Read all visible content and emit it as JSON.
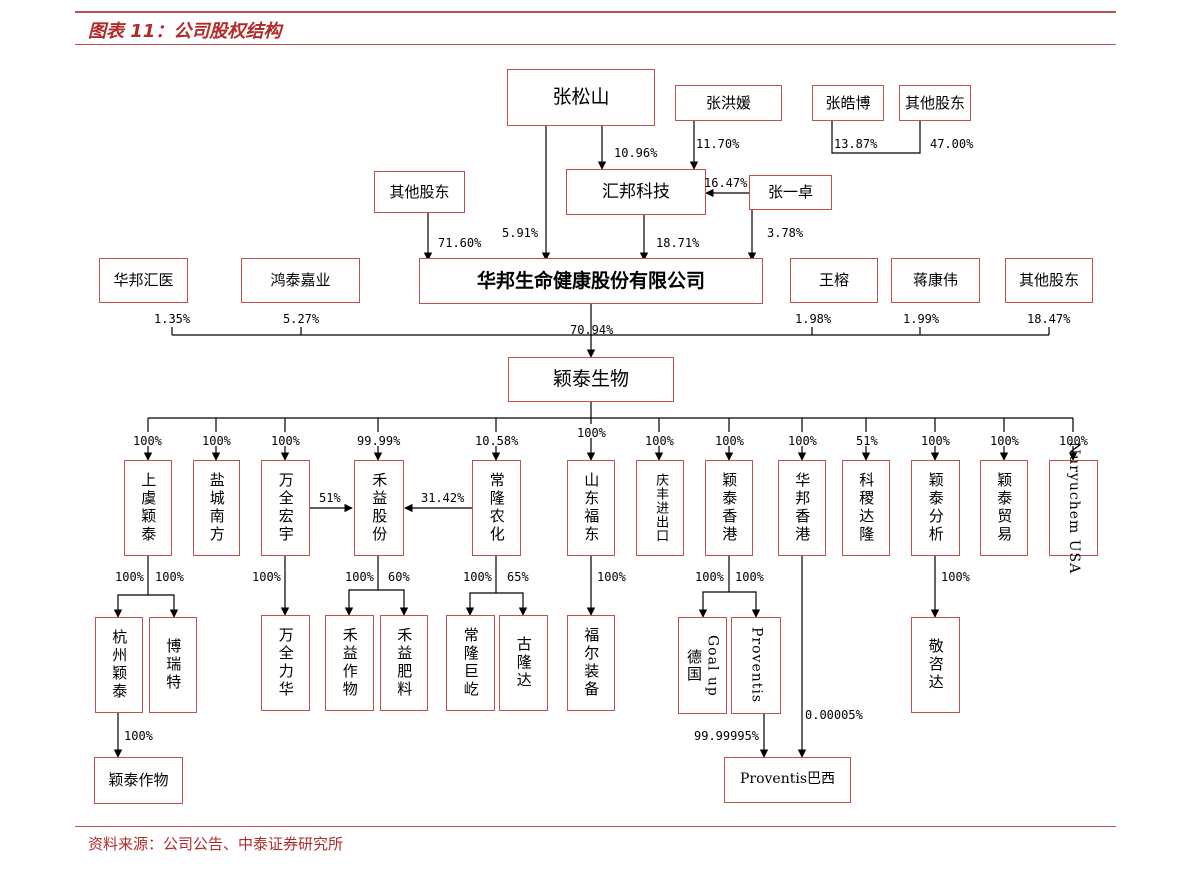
{
  "header": {
    "title": "图表 11：公司股权结构"
  },
  "footer": {
    "source": "资料来源：公司公告、中泰证券研究所"
  },
  "entities": {
    "zhang_songshan": "张松山",
    "zhang_hongyuan": "张洪媛",
    "zhang_haobo": "张皓博",
    "other_holders_1": "其他股东",
    "huibang_tech": "汇邦科技",
    "zhang_yizhuo": "张一卓",
    "other_holders_2": "其他股东",
    "huabang_health": "华邦生命健康股份有限公司",
    "huabang_huiyi": "华邦汇医",
    "hongtai_jiaye": "鸿泰嘉业",
    "wang_rong": "王榕",
    "jiang_kangwei": "蒋康伟",
    "other_holders_3": "其他股东",
    "yingtai_bio": "颖泰生物",
    "shangyu_yingtai": "上虞颖泰",
    "yancheng_nanfang": "盐城南方",
    "wanquan_hongyu": "万全宏宇",
    "heyi_gufen": "禾益股份",
    "changlong_nonghua": "常隆农化",
    "shandong_fuen": "山东福东",
    "qingfeng_import": "庆丰进出口",
    "yingtai_hk": "颖泰香港",
    "huabang_hk": "华邦香港",
    "kejin_dalong": "科稷达隆",
    "yingtai_fenxi": "颖泰分析",
    "yingtai_maoyi": "颖泰贸易",
    "nuryuchem_usa": "Nuryuchem USA",
    "hangzhou_yingtai": "杭州颖泰",
    "bo_ruite": "博瑞特",
    "wanquan_lihua": "万全力华",
    "heyi_zuowu": "禾益作物",
    "heyi_feiliao": "禾益肥料",
    "changlong_juyi": "常隆巨屹",
    "gulongda": "古隆达",
    "fuer_zhuangbei": "福尔装备",
    "goalup_de": "德国",
    "goalup_en": "Goal up",
    "proventis": "Proventis",
    "jingrongda": "敬咨达",
    "yingtai_zuowu": "颖泰作物",
    "proventis_brazil": "Proventis巴西"
  },
  "percentages": {
    "zhang_hongyuan_to_huibang": "11.70%",
    "zhang_haobo_to_huibang": "13.87%",
    "other_to_huibang": "47.00%",
    "zhang_songshan_to_huibang": "10.96%",
    "zhang_yizhuo_to_huibang": "16.47%",
    "other_to_huabang": "71.60%",
    "zhang_songshan_to_huabang": "5.91%",
    "huibang_to_huabang": "18.71%",
    "zhang_yizhuo_to_huabang": "3.78%",
    "huiyi_to_yingtai": "1.35%",
    "hongtai_to_yingtai": "5.27%",
    "huabang_to_yingtai": "70.94%",
    "wangrong_to_yingtai": "1.98%",
    "jiang_to_yingtai": "1.99%",
    "other_to_yingtai": "18.47%",
    "shangyu": "100%",
    "yancheng": "100%",
    "wanquan": "100%",
    "heyi": "99.99%",
    "changlong": "10.58%",
    "shandong": "100%",
    "qingfeng": "100%",
    "yingtai_hk": "100%",
    "huabang_hk": "100%",
    "kejin": "51%",
    "fenxi": "100%",
    "maoyi": "100%",
    "nuryuchem": "100%",
    "wanquan_to_heyi": "51%",
    "changlong_to_heyi": "31.42%",
    "shangyu_to_hangzhou": "100%",
    "shangyu_to_boruite": "100%",
    "wanquan_to_lihua": "100%",
    "heyi_to_zuowu": "100%",
    "heyi_to_feiliao": "60%",
    "changlong_to_juyi": "100%",
    "changlong_to_gulongda": "65%",
    "shandong_to_fuer": "100%",
    "hk_to_goalup": "100%",
    "hk_to_proventis": "100%",
    "fenxi_to_jingrongda": "100%",
    "hangzhou_to_zuowu": "100%",
    "proventis_to_brazil": "99.99995%",
    "huabanghk_to_brazil": "0.00005%"
  },
  "colors": {
    "accent": "#c0504d",
    "title": "#b22b2b",
    "line": "#000000"
  }
}
